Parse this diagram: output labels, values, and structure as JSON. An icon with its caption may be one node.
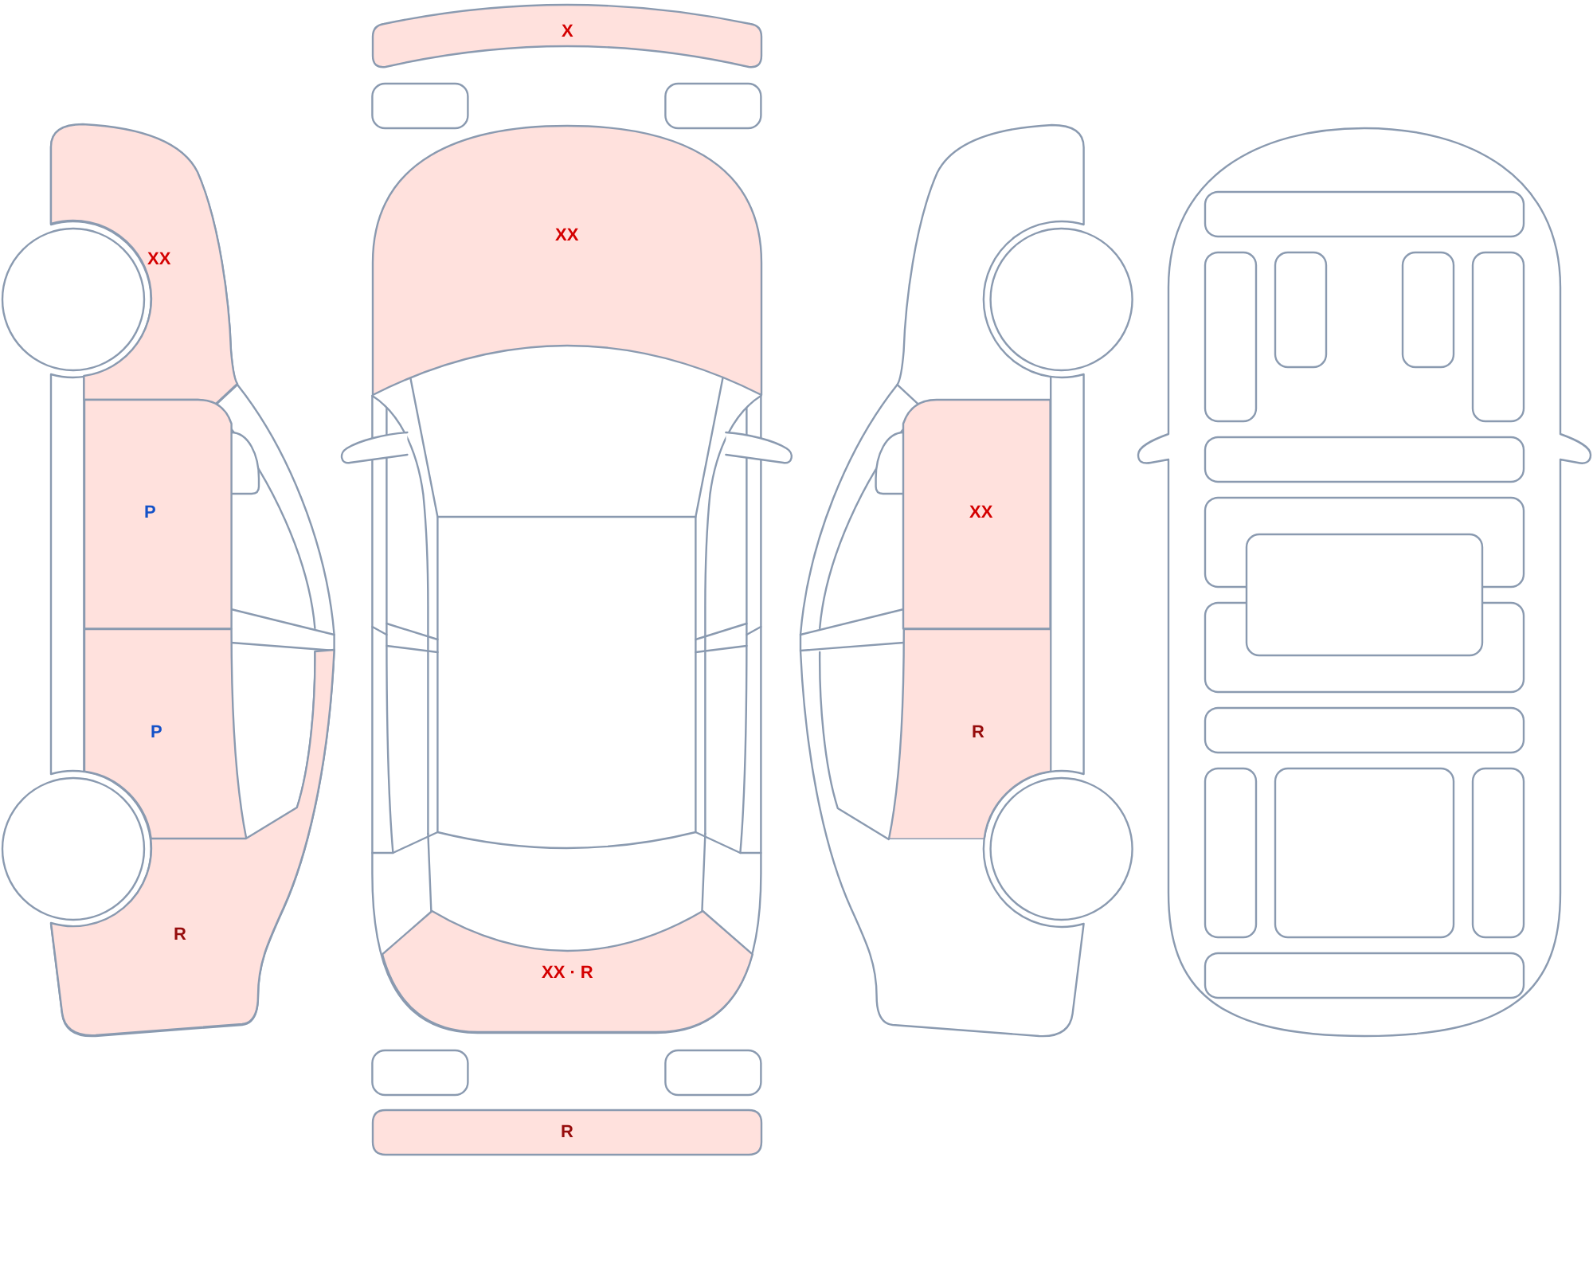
{
  "diagram": {
    "nodes": [
      {
        "text": [
          "XX"
        ]
      },
      {
        "text": [
          "P"
        ]
      },
      {
        "text": [
          "P"
        ]
      },
      {
        "text": [
          "R"
        ]
      },
      {
        "text": [
          "X"
        ]
      },
      {
        "text": [
          "XX"
        ]
      },
      {
        "text": [
          "XX · R"
        ]
      },
      {
        "text": [
          "R"
        ]
      },
      {
        "text": [
          "XX"
        ]
      },
      {
        "text": [
          "R"
        ]
      }
    ]
  }
}
